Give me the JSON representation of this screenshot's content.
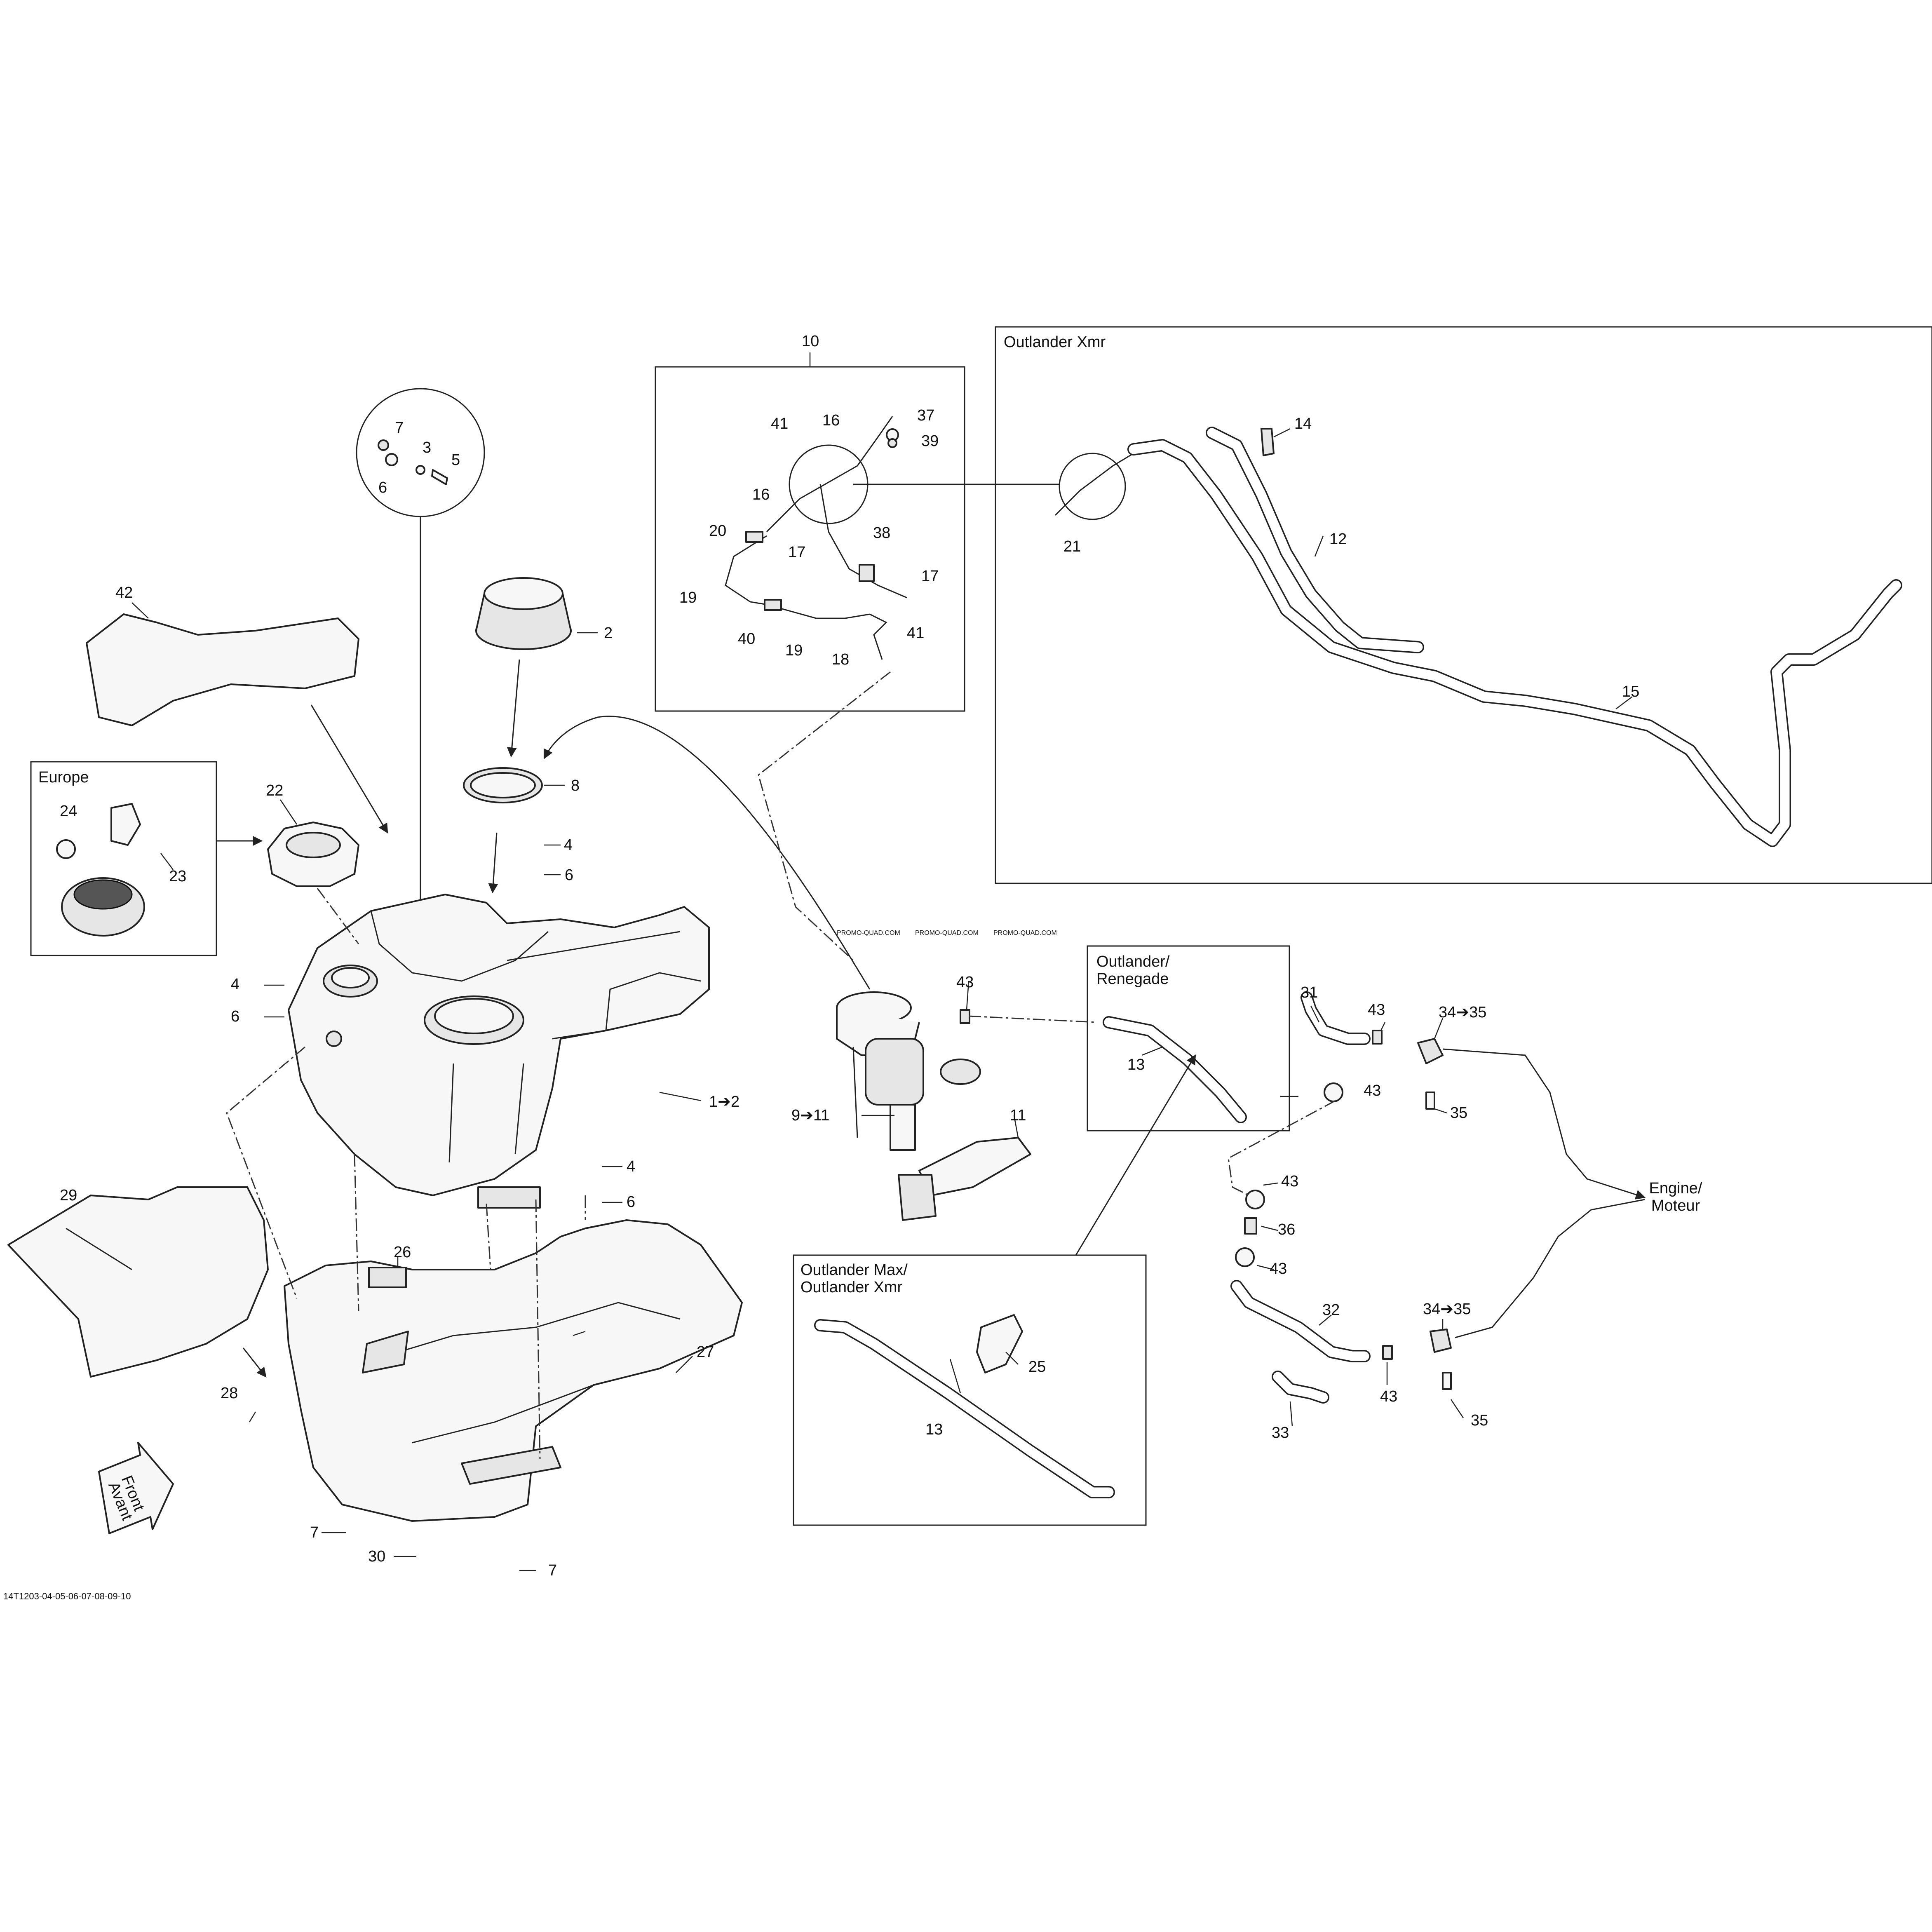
{
  "callouts": [
    "1➔2",
    "2",
    "3",
    "4",
    "4",
    "4",
    "5",
    "6",
    "6",
    "6",
    "6",
    "7",
    "7",
    "7",
    "7",
    "8",
    "9➔11",
    "10",
    "11",
    "12",
    "13",
    "13",
    "13",
    "14",
    "15",
    "16",
    "16",
    "17",
    "17",
    "18",
    "19",
    "19",
    "20",
    "21",
    "22",
    "23",
    "24",
    "25",
    "26",
    "27",
    "28",
    "29",
    "30",
    "31",
    "32",
    "33",
    "34➔35",
    "34➔35",
    "35",
    "35",
    "36",
    "37",
    "38",
    "39",
    "40",
    "41",
    "41",
    "42",
    "43",
    "43",
    "43",
    "43",
    "43",
    "43"
  ],
  "groups": {
    "outlander_xmr": "Outlander Xmr",
    "europe": "Europe",
    "outlander_renegade_1": "Outlander/",
    "outlander_renegade_2": "Renegade",
    "outlander_max_1": "Outlander Max/",
    "outlander_max_2": "Outlander Xmr",
    "engine_1": "Engine/",
    "engine_2": "Moteur"
  },
  "front_arrow": {
    "line1": "Front",
    "line2": "Avant"
  },
  "drawing_code": "14T1203-04-05-06-07-08-09-10",
  "watermark": "PROMO-QUAD.COM"
}
